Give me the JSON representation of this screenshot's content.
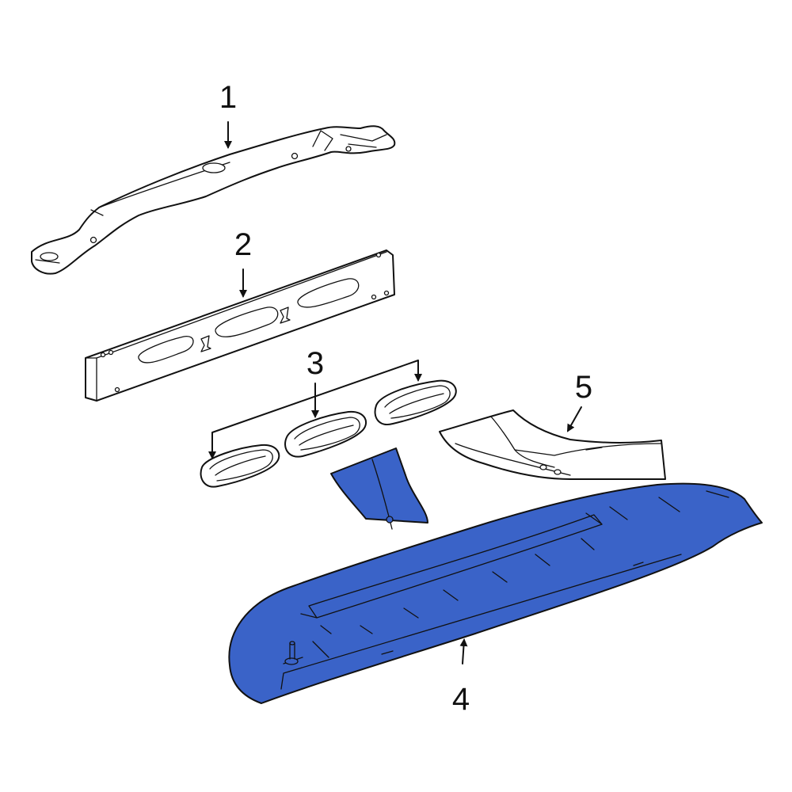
{
  "callouts": {
    "c1": "1",
    "c2": "2",
    "c3": "3",
    "c4": "4",
    "c5": "5"
  },
  "colors": {
    "highlight": "#3a63c8",
    "stroke": "#111111",
    "background": "#ffffff"
  }
}
